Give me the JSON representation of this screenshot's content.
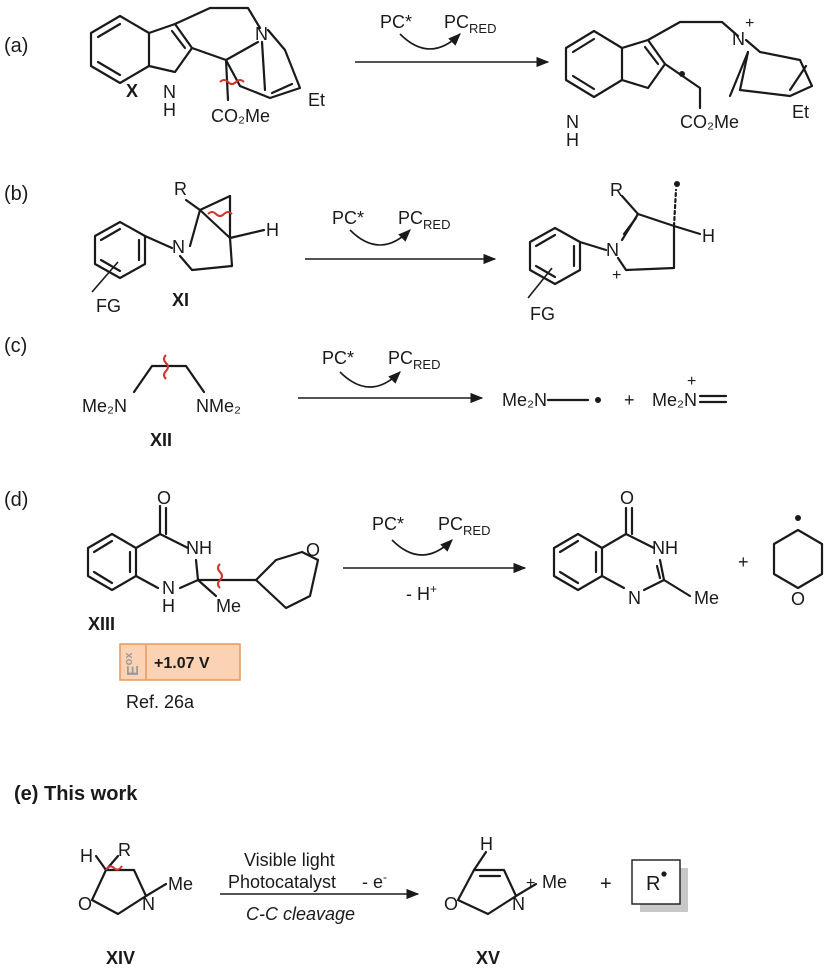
{
  "panels": {
    "a": {
      "label": "(a)",
      "compound": "X",
      "nh": "N",
      "nh_h": "H",
      "n": "N",
      "ester": "CO₂Me",
      "et": "Et",
      "pc_star": "PC*",
      "pc_red_base": "PC",
      "pc_red_sub": "RED"
    },
    "b": {
      "label": "(b)",
      "compound": "XI",
      "r": "R",
      "n": "N",
      "h": "H",
      "fg": "FG",
      "pc_star": "PC*",
      "pc_red_base": "PC",
      "pc_red_sub": "RED"
    },
    "c": {
      "label": "(c)",
      "compound": "XII",
      "left_amine": "Me₂N",
      "right_amine": "NMe₂",
      "pc_star": "PC*",
      "pc_red_base": "PC",
      "pc_red_sub": "RED",
      "product1": "Me₂N",
      "plus": "+",
      "product2": "Me₂N"
    },
    "d": {
      "label": "(d)",
      "compound": "XIII",
      "o": "O",
      "nh": "NH",
      "n_bottom": "N",
      "n_bottom_h": "H",
      "me": "Me",
      "ring_o": "O",
      "pc_star": "PC*",
      "pc_red_base": "PC",
      "pc_red_sub": "RED",
      "minus_h": "- H",
      "minus_h_sup": "+",
      "product_o": "O",
      "product_nh": "NH",
      "product_n": "N",
      "product_me": "Me",
      "plus": "+",
      "product_ring_o": "O",
      "eox_label": "E",
      "eox_sup": "ox",
      "eox_value": "+1.07 V",
      "ref": "Ref. 26a"
    }
  },
  "this_work": {
    "heading": "(e) This work",
    "reactant_label": "XIV",
    "h": "H",
    "r": "R",
    "o": "O",
    "n": "N",
    "me": "Me",
    "condition1": "Visible light",
    "condition2": "Photocatalyst",
    "electron": "- e",
    "electron_sup": "-",
    "condition3": "C-C cleavage",
    "product_label": "XV",
    "p_h": "H",
    "p_o": "O",
    "p_n": "N",
    "p_charge": "+",
    "p_me": "Me",
    "plus": "+",
    "radical": "R"
  },
  "colors": {
    "bond_cleavage": "#d0342c",
    "eox_fill": "#fbd3b4",
    "eox_border": "#e89860",
    "eox_label": "#9a9a9a",
    "box_shadow": "#c8c8c8"
  }
}
